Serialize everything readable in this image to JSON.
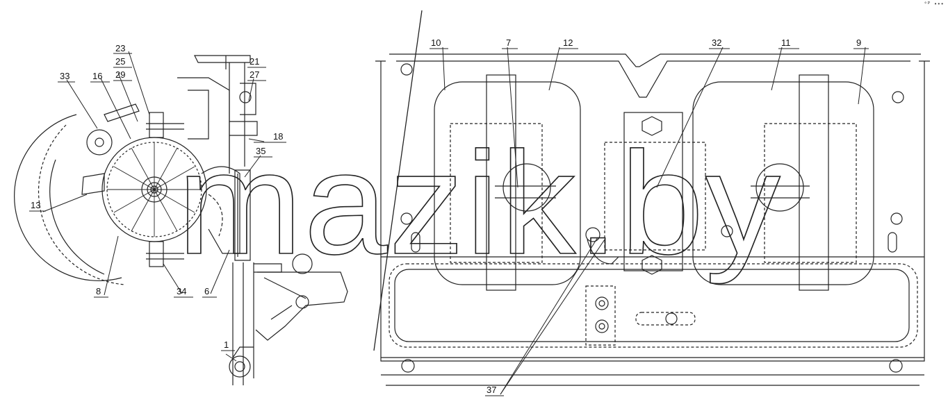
{
  "watermark": "mazik.by",
  "corner_mark": "°ᴾ •••",
  "callouts": [
    "23",
    "25",
    "29",
    "33",
    "16",
    "21",
    "27",
    "18",
    "35",
    "13",
    "8",
    "34",
    "6",
    "1",
    "10",
    "7",
    "12",
    "32",
    "11",
    "9",
    "37"
  ]
}
